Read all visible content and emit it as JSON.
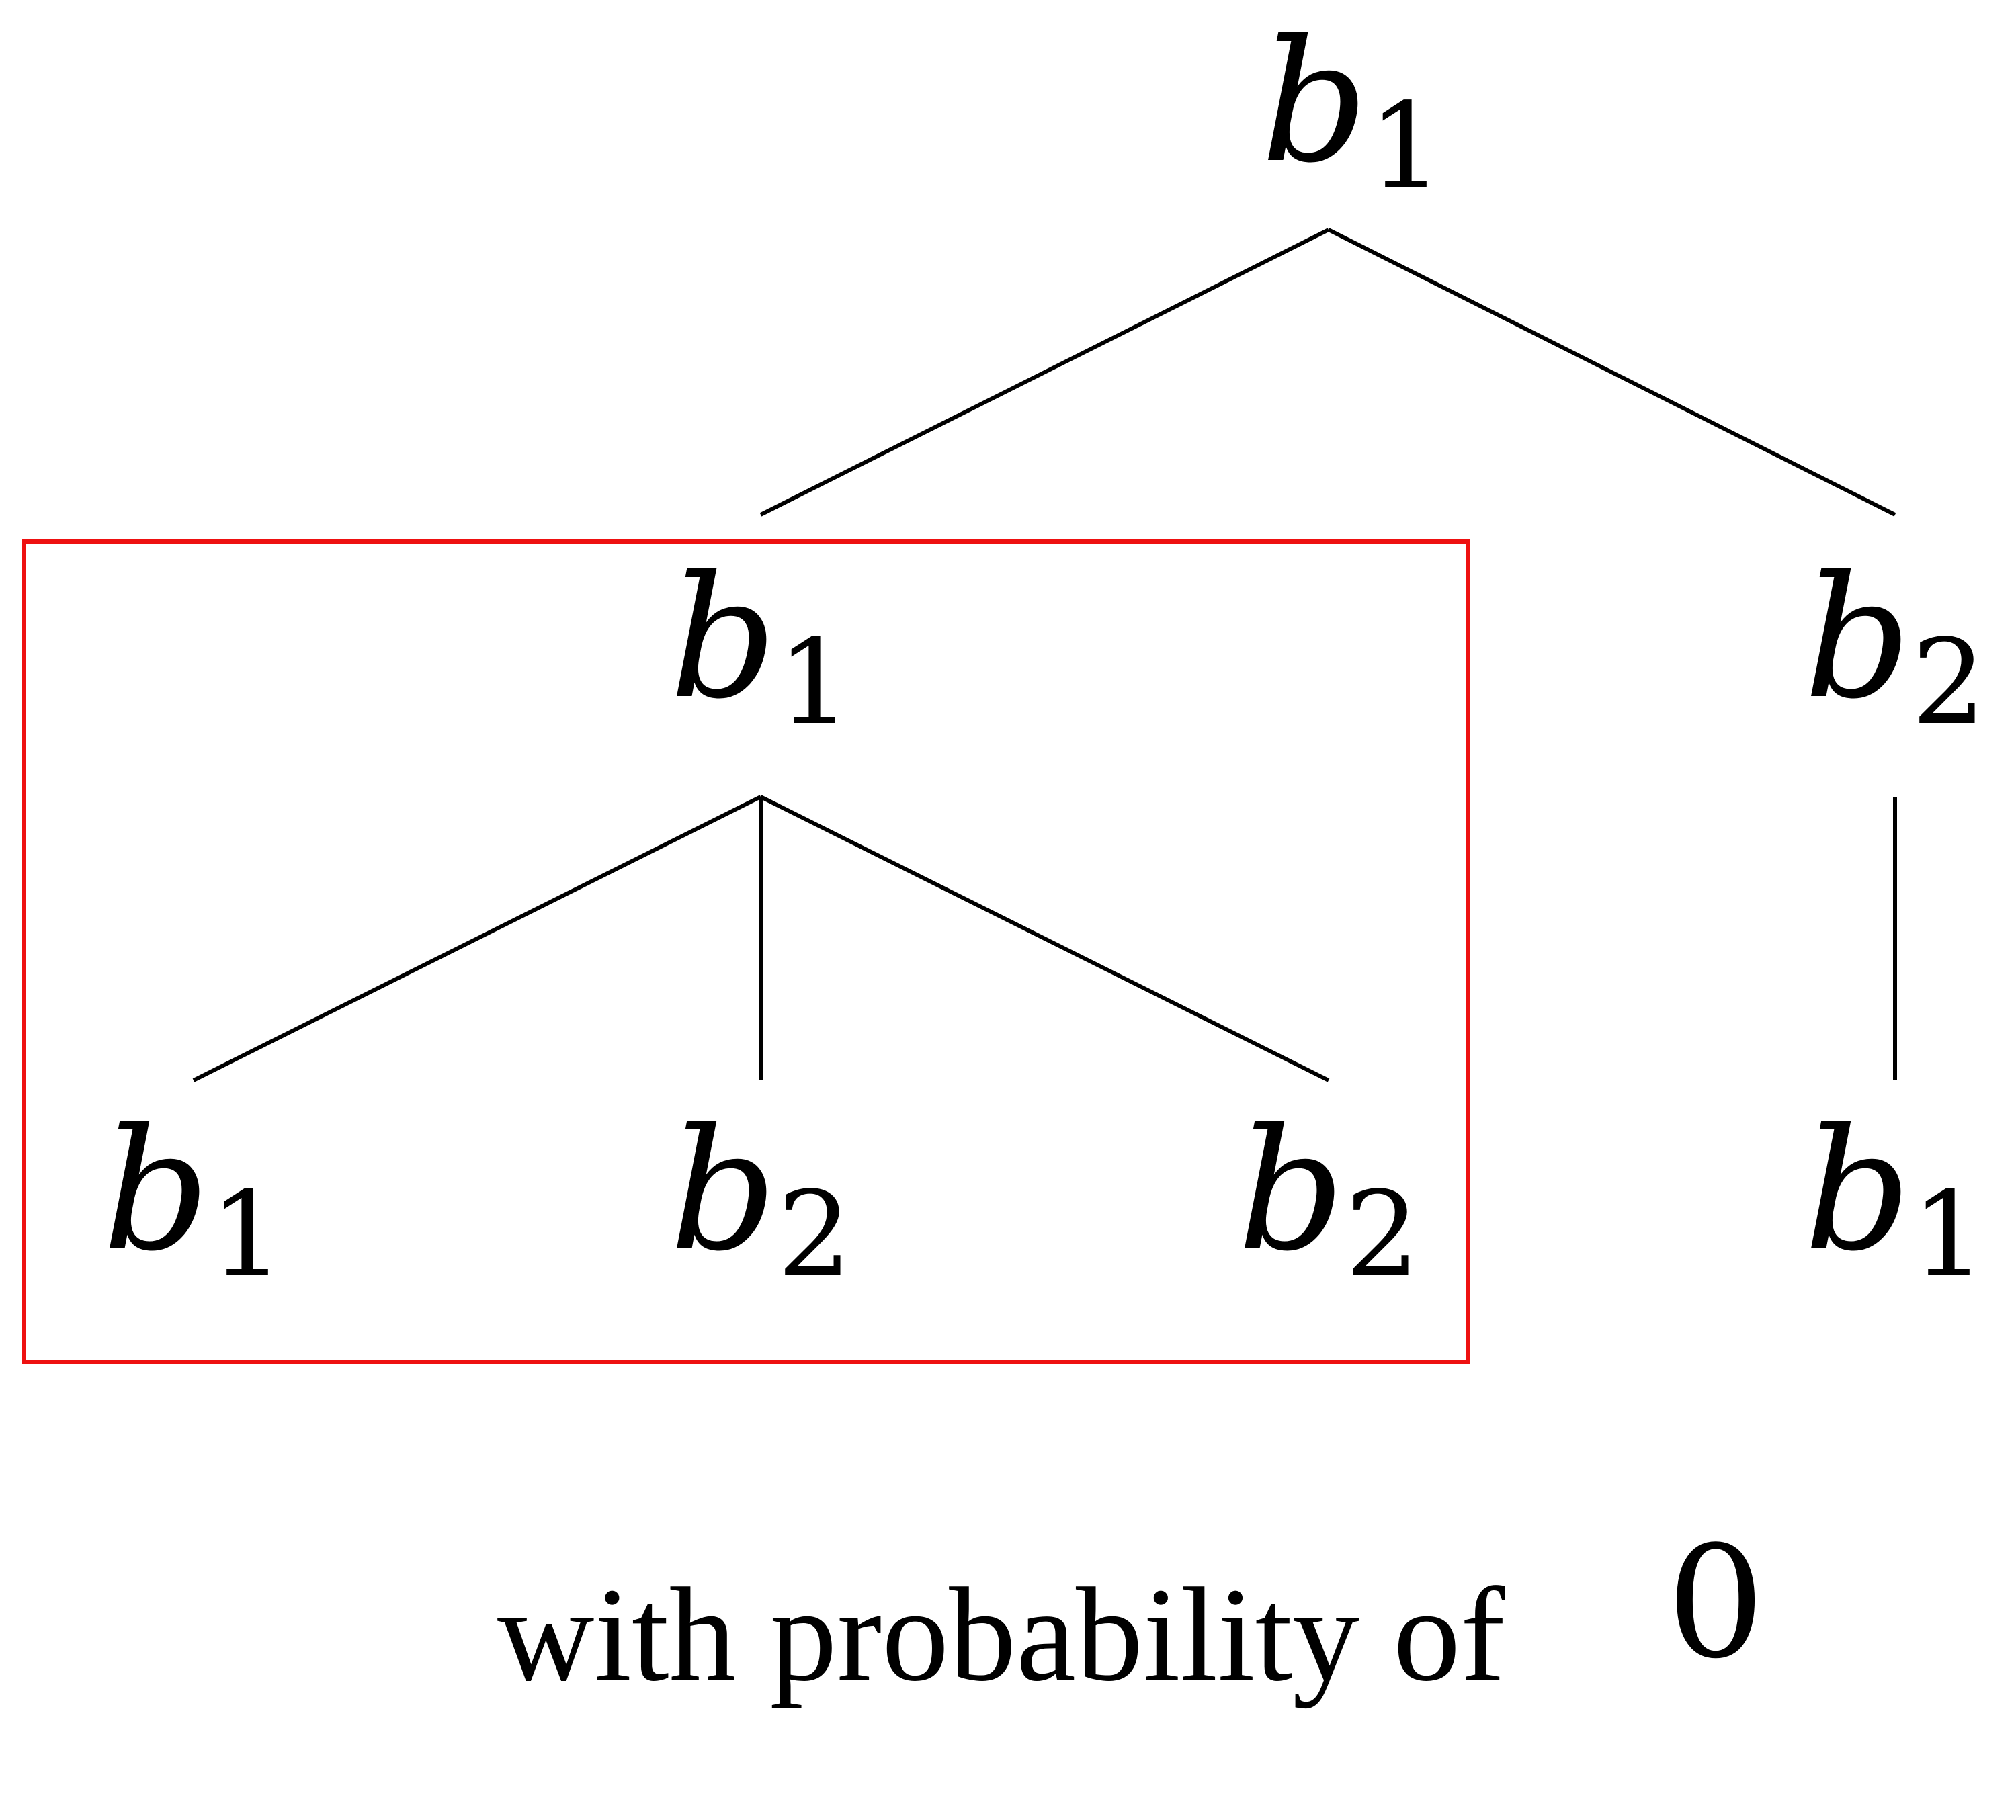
{
  "tree": {
    "nodes": [
      {
        "id": "root",
        "var": "b",
        "sub": "1"
      },
      {
        "id": "left",
        "var": "b",
        "sub": "1"
      },
      {
        "id": "right",
        "var": "b",
        "sub": "2"
      },
      {
        "id": "left-left",
        "var": "b",
        "sub": "1"
      },
      {
        "id": "left-middle",
        "var": "b",
        "sub": "2"
      },
      {
        "id": "left-right",
        "var": "b",
        "sub": "2"
      },
      {
        "id": "right-child",
        "var": "b",
        "sub": "1"
      }
    ],
    "edges": [
      {
        "from": "root",
        "to": "left"
      },
      {
        "from": "root",
        "to": "right"
      },
      {
        "from": "left",
        "to": "left-left"
      },
      {
        "from": "left",
        "to": "left-middle"
      },
      {
        "from": "left",
        "to": "left-right"
      },
      {
        "from": "right",
        "to": "right-child"
      }
    ],
    "highlight_color": "#ee1111"
  },
  "caption": {
    "text": "with probability of",
    "value": "0"
  }
}
